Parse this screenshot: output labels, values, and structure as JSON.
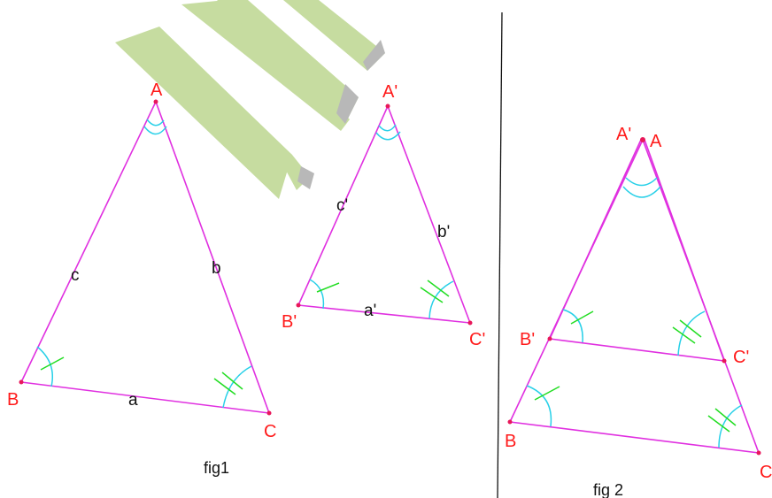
{
  "fig1": {
    "vertices": {
      "A": "A",
      "B": "B",
      "C": "C"
    },
    "sides": {
      "a": "a",
      "b": "b",
      "c": "c"
    },
    "caption": "fig1"
  },
  "fig1_prime": {
    "vertices": {
      "A": "A'",
      "B": "B'",
      "C": "C'"
    },
    "sides": {
      "a": "a'",
      "b": "b'",
      "c": "c'"
    }
  },
  "fig2": {
    "vertices": {
      "A": "A",
      "A_prime": "A'",
      "B": "B",
      "B_prime": "B'",
      "C": "C",
      "C_prime": "C'"
    },
    "caption": "fig 2"
  },
  "colors": {
    "segment": "#e030e0",
    "vertex_label": "#ff1a1a",
    "angle_arc": "#28d0e8",
    "angle_tick": "#22dd22",
    "point": "#e8185a",
    "watermark": "#c6dca0"
  }
}
